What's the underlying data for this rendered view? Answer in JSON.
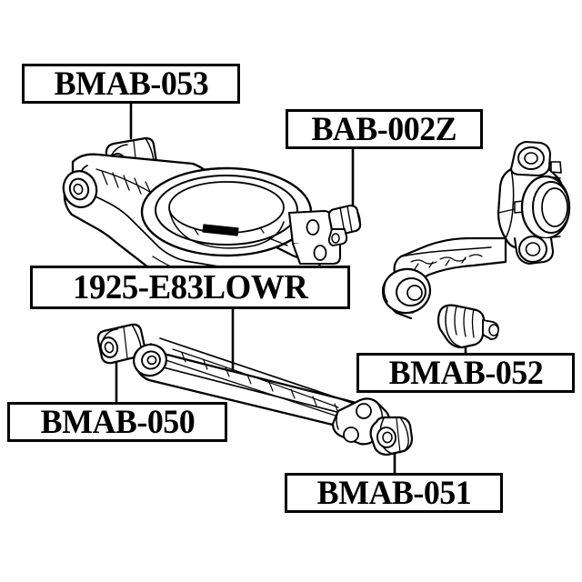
{
  "diagram": {
    "type": "exploded-parts-diagram",
    "subject": "rear suspension control arms and bushings",
    "background_color": "#ffffff",
    "line_color": "#000000",
    "labels": [
      {
        "id": "bmab053",
        "text": "BMAB-053",
        "role": "part-number",
        "points_to": "upper-arm-outer-bushing"
      },
      {
        "id": "bab002z",
        "text": "BAB-002Z",
        "role": "part-number",
        "points_to": "ball-joint-pin"
      },
      {
        "id": "lowr",
        "text": "1925-E83LOWR",
        "role": "assembly-number",
        "points_to": "lower-trailing-arm"
      },
      {
        "id": "bmab052",
        "text": "BMAB-052",
        "role": "part-number",
        "points_to": "knuckle-tapered-bushing"
      },
      {
        "id": "bmab050",
        "text": "BMAB-050",
        "role": "part-number",
        "points_to": "lower-arm-front-bushing"
      },
      {
        "id": "bmab051",
        "text": "BMAB-051",
        "role": "part-number",
        "points_to": "lower-arm-rear-bushing"
      }
    ],
    "parts": [
      {
        "id": "upper-control-arm",
        "name": "upper control arm with spring seat"
      },
      {
        "id": "upper-arm-outer-bushing",
        "name": "cylindrical rubber bushing"
      },
      {
        "id": "ball-joint-pin",
        "name": "stepped ball joint pin"
      },
      {
        "id": "knuckle-assembly",
        "name": "rear wheel knuckle and trailing arm"
      },
      {
        "id": "knuckle-tapered-bushing",
        "name": "tapered rubber bushing"
      },
      {
        "id": "lower-trailing-arm",
        "name": "lower trailing arm bar"
      },
      {
        "id": "lower-arm-front-bushing",
        "name": "cylindrical rubber bushing"
      },
      {
        "id": "lower-arm-rear-bushing",
        "name": "cylindrical rubber bushing"
      }
    ]
  }
}
